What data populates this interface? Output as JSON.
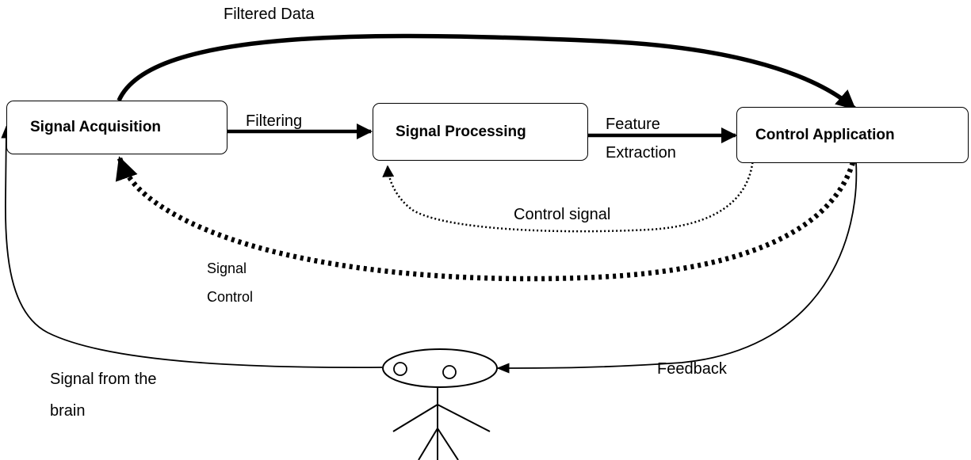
{
  "nodes": {
    "acquisition": "Signal Acquisition",
    "processing": "Signal Processing",
    "control_app": "Control Application"
  },
  "edges": {
    "filtered_data": "Filtered Data",
    "filtering": "Filtering",
    "feature_line1": "Feature",
    "feature_line2": "Extraction",
    "control_signal": "Control signal",
    "signal_control_line1": "Signal",
    "signal_control_line2": "Control",
    "feedback": "Feedback",
    "brain_line1": "Signal from the",
    "brain_line2": "brain"
  }
}
